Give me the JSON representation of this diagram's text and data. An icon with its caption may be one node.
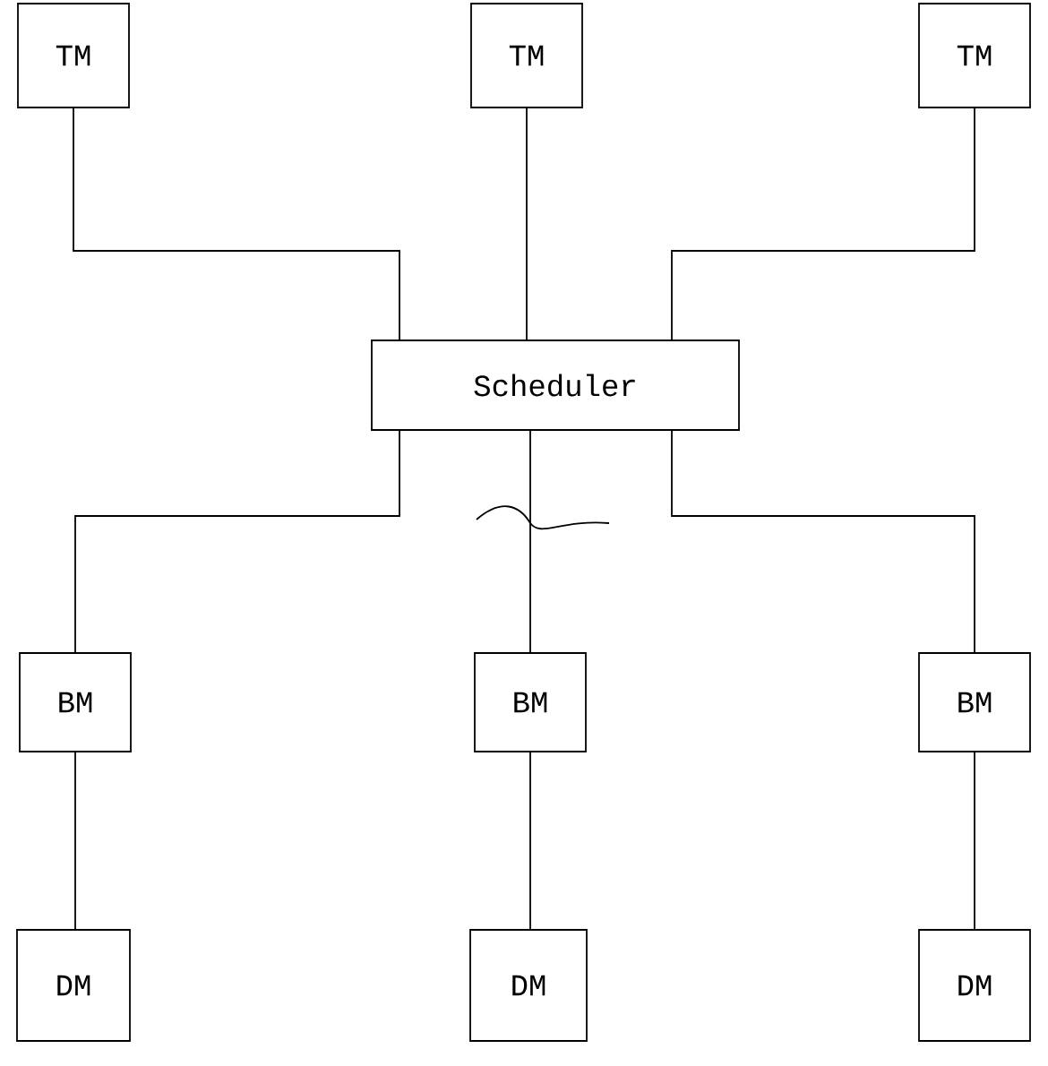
{
  "diagram": {
    "nodes": [
      {
        "text": [
          "TM"
        ]
      },
      {
        "text": [
          "TM"
        ]
      },
      {
        "text": [
          "TM"
        ]
      },
      {
        "text": [
          "Scheduler"
        ]
      },
      {
        "text": [
          "BM"
        ]
      },
      {
        "text": [
          "BM"
        ]
      },
      {
        "text": [
          "BM"
        ]
      },
      {
        "text": [
          "DM"
        ]
      },
      {
        "text": [
          "DM"
        ]
      },
      {
        "text": [
          "DM"
        ]
      }
    ],
    "edges": [
      {
        "from": 0,
        "to": 3,
        "arrow": "none"
      },
      {
        "from": 1,
        "to": 3,
        "arrow": "none"
      },
      {
        "from": 2,
        "to": 3,
        "arrow": "none"
      },
      {
        "from": 3,
        "to": 4,
        "arrow": "none"
      },
      {
        "from": 3,
        "to": 5,
        "arrow": "none"
      },
      {
        "from": 3,
        "to": 6,
        "arrow": "none"
      },
      {
        "from": 4,
        "to": 7,
        "arrow": "none"
      },
      {
        "from": 5,
        "to": 8,
        "arrow": "none"
      },
      {
        "from": 6,
        "to": 9,
        "arrow": "none"
      }
    ]
  }
}
